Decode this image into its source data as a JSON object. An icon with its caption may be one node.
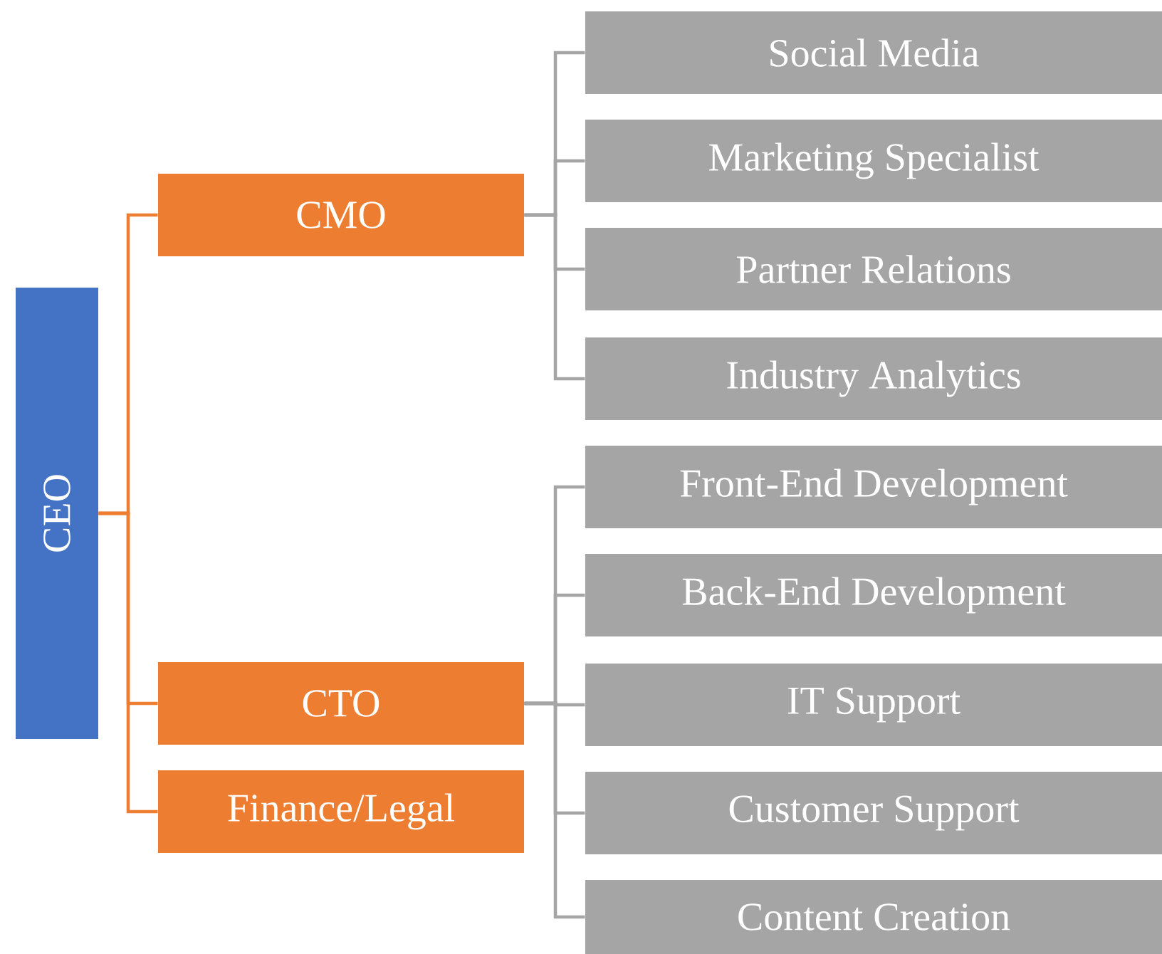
{
  "diagram": {
    "nodes": [
      {
        "text": [
          "CEO"
        ]
      },
      {
        "text": [
          "CMO"
        ]
      },
      {
        "text": [
          "CTO"
        ]
      },
      {
        "text": [
          "Finance/Legal"
        ]
      },
      {
        "text": [
          "Social Media"
        ]
      },
      {
        "text": [
          "Marketing Specialist"
        ]
      },
      {
        "text": [
          "Partner Relations"
        ]
      },
      {
        "text": [
          "Industry Analytics"
        ]
      },
      {
        "text": [
          "Front-End Development"
        ]
      },
      {
        "text": [
          "Back-End Development"
        ]
      },
      {
        "text": [
          "IT Support"
        ]
      },
      {
        "text": [
          "Customer Support"
        ]
      },
      {
        "text": [
          "Content Creation"
        ]
      }
    ],
    "edges": [
      {
        "from": 0,
        "to": 1,
        "arrow": "none",
        "color": "#ed7d31"
      },
      {
        "from": 0,
        "to": 2,
        "arrow": "none",
        "color": "#ed7d31"
      },
      {
        "from": 0,
        "to": 3,
        "arrow": "none",
        "color": "#ed7d31"
      },
      {
        "from": 1,
        "to": 4,
        "arrow": "none"
      },
      {
        "from": 1,
        "to": 5,
        "arrow": "none"
      },
      {
        "from": 1,
        "to": 6,
        "arrow": "none"
      },
      {
        "from": 1,
        "to": 7,
        "arrow": "none"
      },
      {
        "from": 2,
        "to": 8,
        "arrow": "none"
      },
      {
        "from": 2,
        "to": 9,
        "arrow": "none"
      },
      {
        "from": 2,
        "to": 10,
        "arrow": "none"
      },
      {
        "from": 2,
        "to": 11,
        "arrow": "none"
      },
      {
        "from": 2,
        "to": 12,
        "arrow": "none"
      }
    ]
  }
}
